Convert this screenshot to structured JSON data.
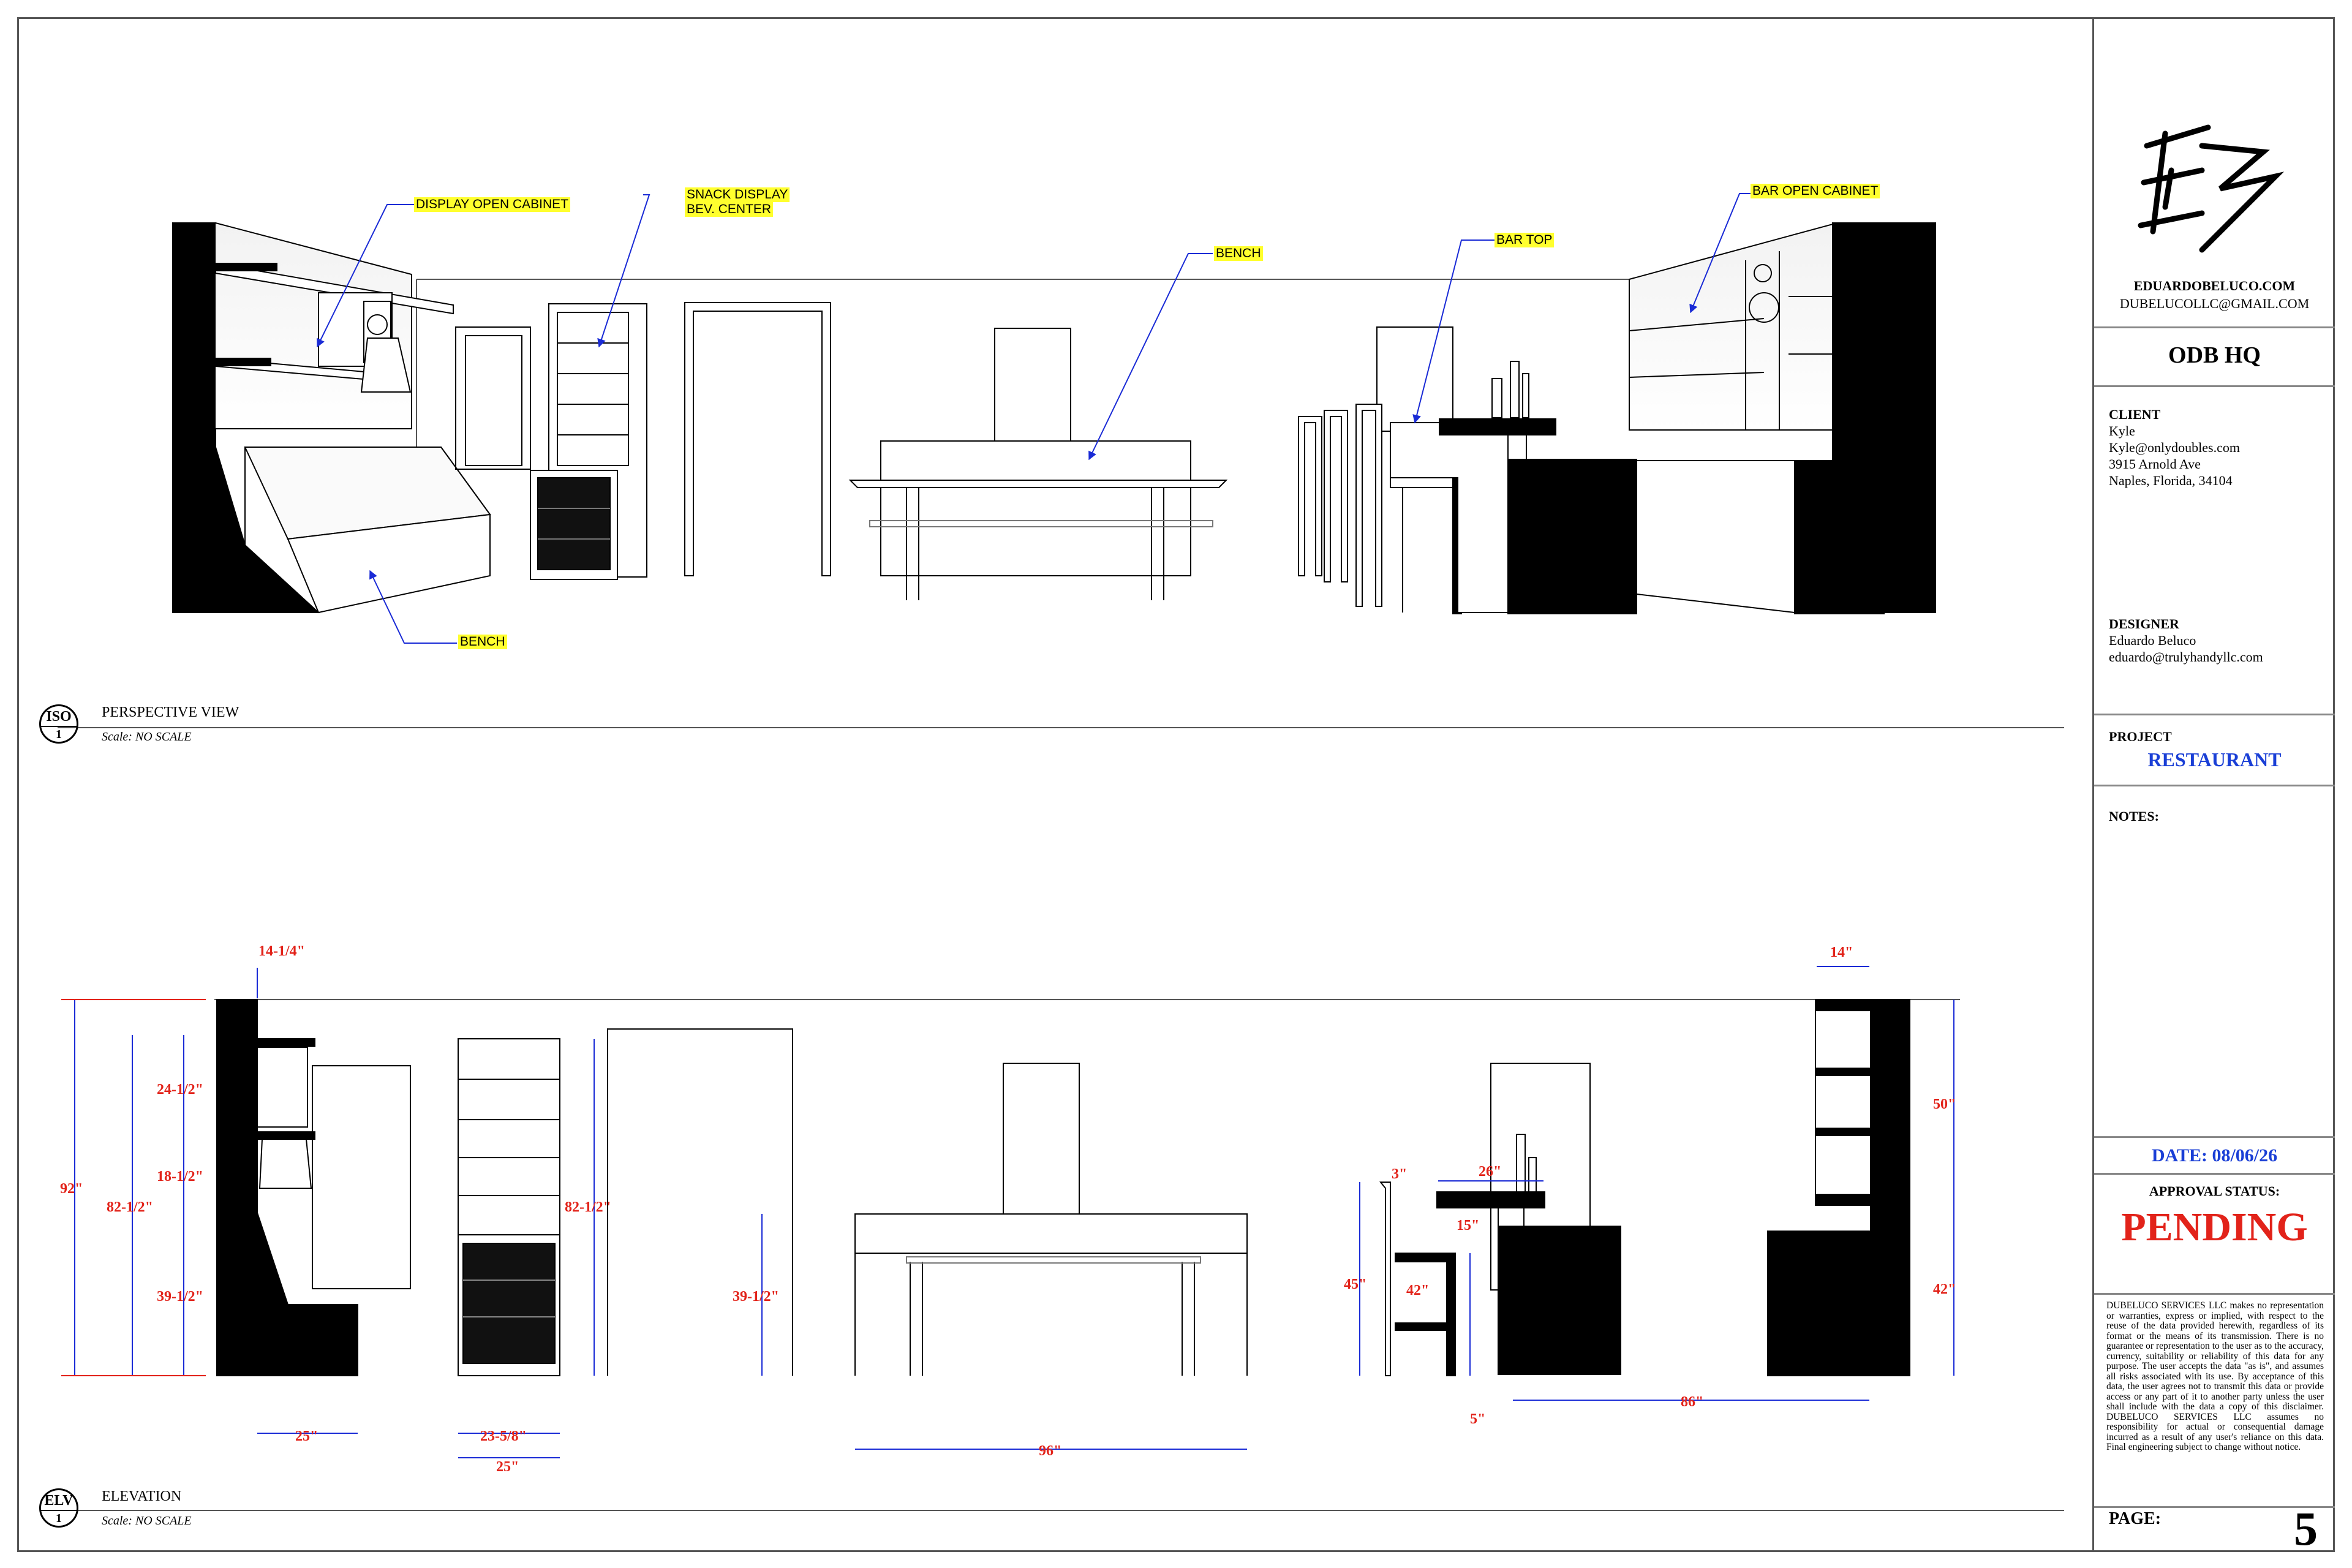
{
  "views": {
    "iso": {
      "badge_top": "ISO",
      "badge_num": "1",
      "title": "PERSPECTIVE VIEW",
      "scale": "Scale: NO SCALE"
    },
    "elv": {
      "badge_top": "ELV",
      "badge_num": "1",
      "title": "ELEVATION",
      "scale": "Scale: NO SCALE"
    }
  },
  "callouts": {
    "display_open_cabinet": "DISPLAY OPEN CABINET",
    "snack_display_1": "SNACK DISPLAY",
    "snack_display_2": "BEV. CENTER",
    "bench_top": "BENCH",
    "bar_top": "BAR TOP",
    "bar_open_cabinet": "BAR OPEN CABINET",
    "bench_left": "BENCH"
  },
  "dimensions": {
    "d_14_1_4": "14-1/4\"",
    "d_92": "92\"",
    "d_82_1_2_left": "82-1/2\"",
    "d_24_1_2": "24-1/2\"",
    "d_18_1_2": "18-1/2\"",
    "d_39_1_2_left": "39-1/2\"",
    "d_25_bench": "25\"",
    "d_23_5_8": "23-5/8\"",
    "d_25_fridge": "25\"",
    "d_82_1_2_fridge": "82-1/2\"",
    "d_39_1_2_table": "39-1/2\"",
    "d_96": "96\"",
    "d_3": "3\"",
    "d_26": "26\"",
    "d_15": "15\"",
    "d_45": "45\"",
    "d_42_bar": "42\"",
    "d_5": "5\"",
    "d_86": "86\"",
    "d_14_right": "14\"",
    "d_50": "50\"",
    "d_42_right": "42\""
  },
  "title_block": {
    "logo": "EB",
    "website": "EDUARDOBELUCO.COM",
    "email": "DUBELUCOLLC@GMAIL.COM",
    "project_name": "ODB HQ",
    "client_label": "CLIENT",
    "client_lines": [
      "Kyle",
      "Kyle@onlydoubles.com",
      "3915 Arnold Ave",
      "Naples, Florida, 34104"
    ],
    "designer_label": "DESIGNER",
    "designer_lines": [
      "Eduardo Beluco",
      "eduardo@trulyhandyllc.com"
    ],
    "project_label": "PROJECT",
    "project_value": "RESTAURANT",
    "notes_label": "NOTES:",
    "date": "DATE: 08/06/26",
    "approval_label": "APPROVAL STATUS:",
    "approval_value": "PENDING",
    "disclaimer": "DUBELUCO SERVICES LLC makes no representation or warranties, express or implied, with respect to the reuse of the data provided herewith, regardless of its format or the means of its transmission. There is no guarantee or representation to the user as to the accuracy, currency, suitability or reliability of this data for any purpose. The user accepts the data \"as is\", and assumes all risks associated with its use. By acceptance of this data, the user agrees not to transmit this data or provide access or any part of it to another party unless the user shall include with the data a copy of this disclaimer. DUBELUCO SERVICES LLC assumes no responsibility for actual or consequential damage incurred as a result of any user's reliance on this data. Final engineering subject to change without notice.",
    "page_label": "PAGE:",
    "page_number": "5"
  },
  "colors": {
    "callout_fill": "#ffff2e",
    "leader": "#1a2bd6",
    "dimension_text": "#e2231a",
    "dimension_line": "#1a2bd6",
    "status": "#e2231a",
    "project": "#1a3fd6"
  }
}
